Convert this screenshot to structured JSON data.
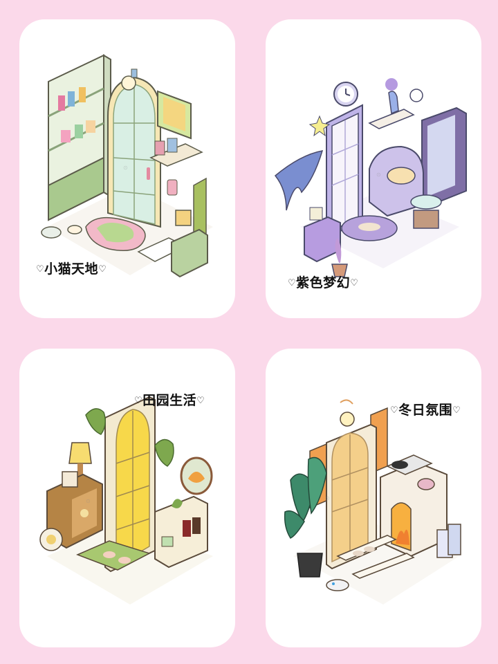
{
  "rooms": [
    {
      "title": "小猫天地",
      "heart_left": "♡",
      "heart_right": "♡"
    },
    {
      "title": "紫色梦幻",
      "heart_left": "♡",
      "heart_right": "♡"
    },
    {
      "title": "田园生活",
      "heart_left": "♡",
      "heart_right": "♡"
    },
    {
      "title": "冬日氛围",
      "heart_left": "♡",
      "heart_right": "♡"
    }
  ],
  "colors": {
    "background": "#fbd9ea",
    "card": "#ffffff",
    "text": "#111111"
  }
}
